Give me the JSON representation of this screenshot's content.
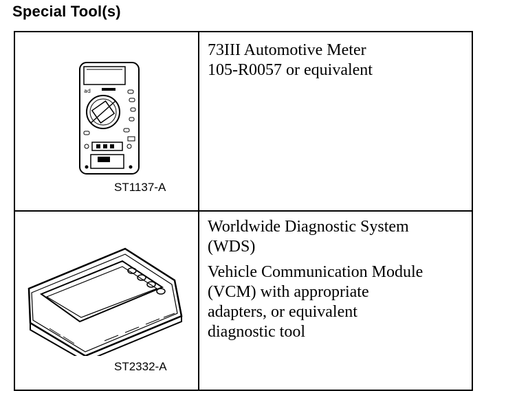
{
  "heading": "Special Tool(s)",
  "tools": [
    {
      "code": "ST1137-A",
      "illustration": "multimeter-icon",
      "lines": [
        "73III Automotive Meter",
        "105-R0057 or equivalent"
      ]
    },
    {
      "code": "ST2332-A",
      "illustration": "diagnostic-tablet-icon",
      "paragraphs": [
        [
          "Worldwide Diagnostic System",
          "(WDS)"
        ],
        [
          "Vehicle Communication Module",
          "(VCM) with appropriate",
          "adapters, or equivalent",
          "diagnostic tool"
        ]
      ]
    }
  ]
}
